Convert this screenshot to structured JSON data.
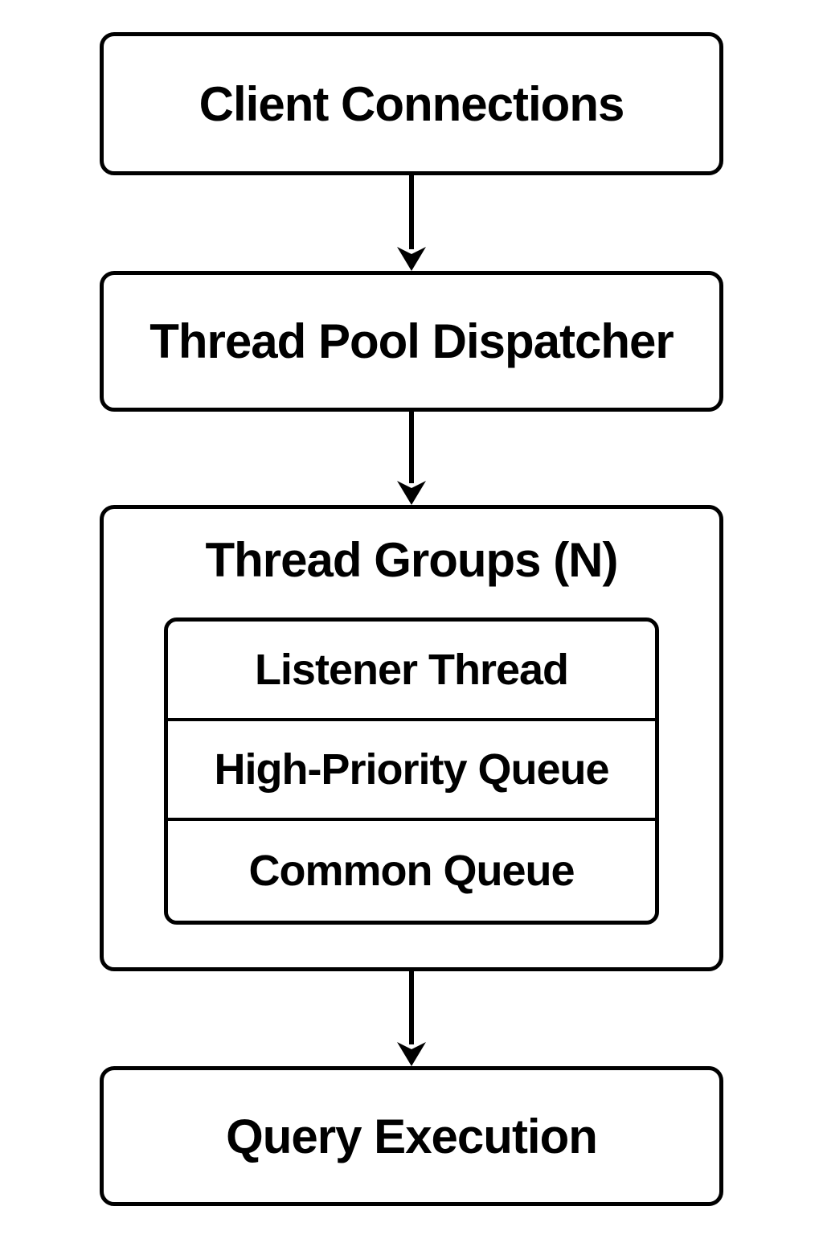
{
  "diagram": {
    "nodes": {
      "client": {
        "label": "Client Connections"
      },
      "dispatcher": {
        "label": "Thread Pool Dispatcher"
      },
      "groups": {
        "label": "Thread Groups (N)",
        "children": [
          {
            "label": "Listener Thread"
          },
          {
            "label": "High-Priority Queue"
          },
          {
            "label": "Common Queue"
          }
        ]
      },
      "execution": {
        "label": "Query Execution"
      }
    },
    "edges": [
      {
        "from": "client",
        "to": "dispatcher"
      },
      {
        "from": "dispatcher",
        "to": "groups"
      },
      {
        "from": "groups",
        "to": "execution"
      }
    ],
    "colors": {
      "background": "#ffffff",
      "node_fill": "#ffffff",
      "border": "#000000",
      "text": "#000000"
    }
  }
}
